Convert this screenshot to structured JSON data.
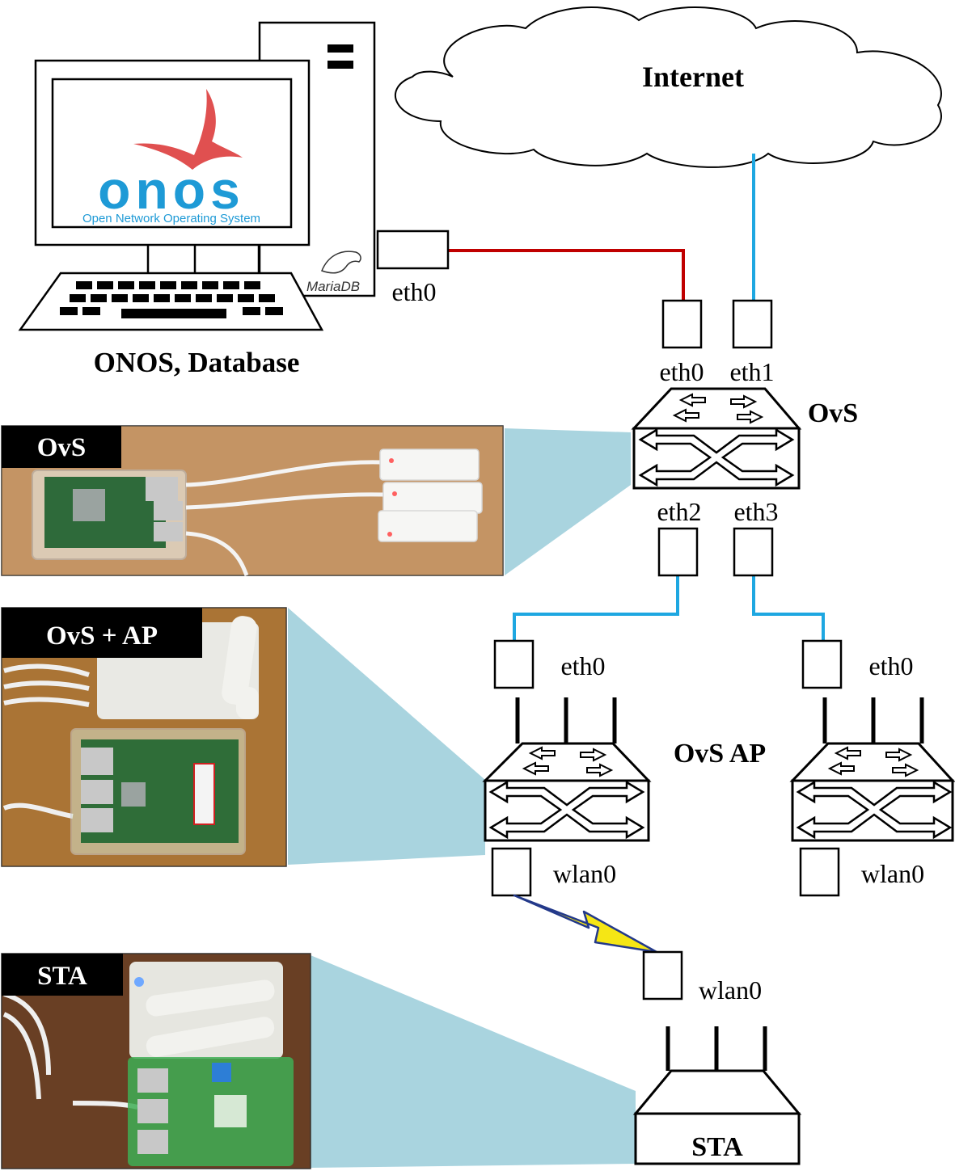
{
  "computer": {
    "label": "ONOS, Database",
    "logo_name": "onos",
    "logo_subtitle": "Open Network Operating System",
    "db_logo": "MariaDB",
    "nic_label": "eth0"
  },
  "internet": {
    "label": "Internet"
  },
  "ovs_switch": {
    "label": "OvS",
    "ports": [
      "eth0",
      "eth1",
      "eth2",
      "eth3"
    ]
  },
  "ap_left": {
    "label": "OvS AP",
    "up_port": "eth0",
    "down_port": "wlan0"
  },
  "ap_right": {
    "up_port": "eth0",
    "down_port": "wlan0"
  },
  "sta": {
    "label": "STA",
    "port": "wlan0"
  },
  "photos": [
    {
      "caption": "OvS"
    },
    {
      "caption": "OvS + AP"
    },
    {
      "caption": "STA"
    }
  ],
  "colors": {
    "controller_link": "#c00000",
    "data_link": "#1ea7e1",
    "callout": "#a9d4df",
    "onos_bird": "#e05050",
    "onos_text": "#1e9ad6",
    "wireless_bolt": "#f5e615"
  }
}
